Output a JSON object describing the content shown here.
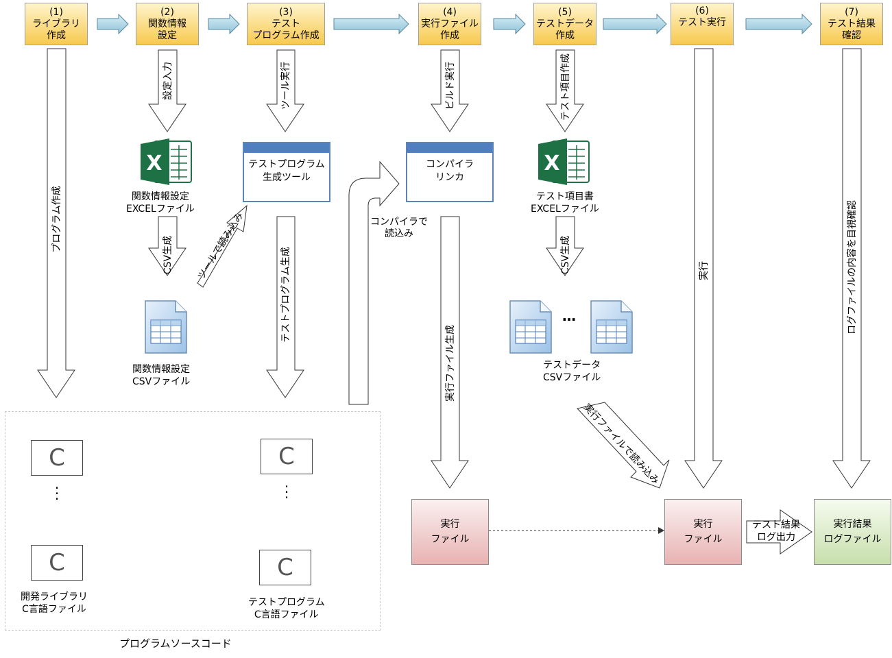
{
  "steps": [
    {
      "num": "(1)",
      "line1": "ライブラリ",
      "line2": "作成"
    },
    {
      "num": "(2)",
      "line1": "関数情報",
      "line2": "設定"
    },
    {
      "num": "(3)",
      "line1": "テスト",
      "line2": "プログラム作成"
    },
    {
      "num": "(4)",
      "line1": "実行ファイル",
      "line2": "作成"
    },
    {
      "num": "(5)",
      "line1": "テストデータ",
      "line2": "作成"
    },
    {
      "num": "(6)",
      "line1": "テスト実行",
      "line2": ""
    },
    {
      "num": "(7)",
      "line1": "テスト結果",
      "line2": "確認"
    }
  ],
  "arrows": {
    "program_create": "プログラム作成",
    "settings_input": "設定入力",
    "csv_generate_1": "CSV生成",
    "tool_read": "ツールで読み込み",
    "tool_execute": "ツール実行",
    "test_program_generate": "テストプログラム生成",
    "compiler_read": "コンパイラで\n読込み",
    "build_execute": "ビルド実行",
    "exe_generate": "実行ファイル生成",
    "test_item_create": "テスト項目作成",
    "csv_generate_2": "CSV生成",
    "exe_read": "実行ファイルで読み込み",
    "execute": "実行",
    "log_visual_check": "ログファイルの内容を目視確認",
    "log_output": "テスト結果\nログ出力"
  },
  "files": {
    "func_excel": "関数情報設定\nEXCELファイル",
    "func_csv": "関数情報設定\nCSVファイル",
    "test_item_excel": "テスト項目書\nEXCELファイル",
    "test_data_csv": "テストデータ\nCSVファイル",
    "csv_ellipsis": "…"
  },
  "tools": {
    "generator": "テストプログラム\n生成ツール",
    "compiler": "コンパイラ\nリンカ"
  },
  "source": {
    "c_glyph": "C",
    "dev_lib": "開発ライブラリ\nC言語ファイル",
    "test_prog": "テストプログラム\nC言語ファイル",
    "group_label": "プログラムソースコード"
  },
  "outputs": {
    "exe_1": "実行\nファイル",
    "exe_2": "実行\nファイル",
    "result_log": "実行結果\nログファイル"
  },
  "icons": [
    "excel-icon",
    "csv-file-icon",
    "c-source-icon"
  ],
  "colors": {
    "step_fill": "#f7c94e",
    "flow_arrow": "#8fc3d8",
    "tool_bar": "#4f7fbe",
    "excel_green": "#1e7145",
    "exe_fill": "#e8b2b2",
    "log_fill": "#c7dfac"
  }
}
